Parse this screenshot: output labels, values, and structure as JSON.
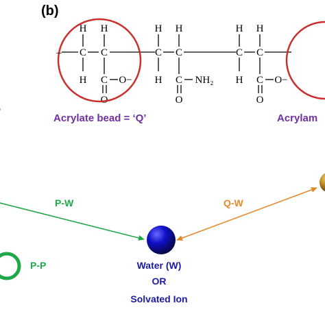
{
  "panel_label": "(b)",
  "chem": {
    "H": "H",
    "C": "C",
    "O": "O",
    "carboxylate": "C=O−",
    "o_minus": "O−",
    "nh2": "NH₂",
    "dash": "–"
  },
  "labels": {
    "acrylate_bead": "Acrylate bead = ‘Q’",
    "acrylamide_partial": "Acrylam"
  },
  "interactions": {
    "pw": "P-W",
    "qw": "Q-W",
    "pp": "P-P"
  },
  "water": {
    "line1": "Water (W)",
    "line2": "OR",
    "line3": "Solvated Ion"
  },
  "colors": {
    "circle_red": "#c8302c",
    "label_purple": "#7030a0",
    "green": "#1fa84a",
    "orange": "#e28a2b",
    "blue_text": "#1a1aa6",
    "bead_blue": "#0d0d8c",
    "bead_gold": "#a87a1c"
  }
}
